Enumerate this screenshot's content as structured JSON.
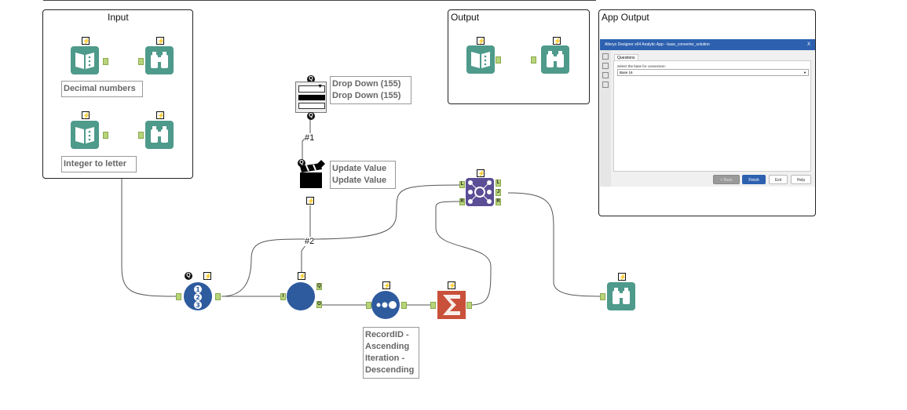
{
  "containers": {
    "input": {
      "title": "Input"
    },
    "output": {
      "title": "Output"
    },
    "app_output": {
      "title": "App Output"
    }
  },
  "labels": {
    "decimal_numbers": "Decimal numbers",
    "integer_to_letter": "Integer to letter",
    "drop_down_1": "Drop Down (155)",
    "drop_down_2": "Drop Down (155)",
    "update_value_1": "Update Value",
    "update_value_2": "Update Value",
    "sort_line1": "RecordID -",
    "sort_line2": "Ascending",
    "sort_line3": "Iteration -",
    "sort_line4": "Descending"
  },
  "connections": {
    "c1": "#1",
    "c2": "#2"
  },
  "anchors": {
    "l": "L",
    "r": "R",
    "j": "J",
    "i": "I",
    "q": "Q",
    "o": "O"
  },
  "dialog": {
    "title": "Alteryx Designer x64 Analytic App - base_converter_solution",
    "close": "X",
    "tab": "Questions",
    "question": "Select the base for conversion:",
    "selected": "Base 16",
    "back": "< Back",
    "finish": "Finish",
    "exit": "Exit",
    "help": "Help"
  },
  "colors": {
    "teal_tool": "#4e9a8b",
    "macro_blue": "#2e5a9e",
    "join_purple": "#5b4e96",
    "summarize_red": "#c9503a",
    "anchor_green": "#b8d47a",
    "dialog_header": "#2d61b0"
  }
}
